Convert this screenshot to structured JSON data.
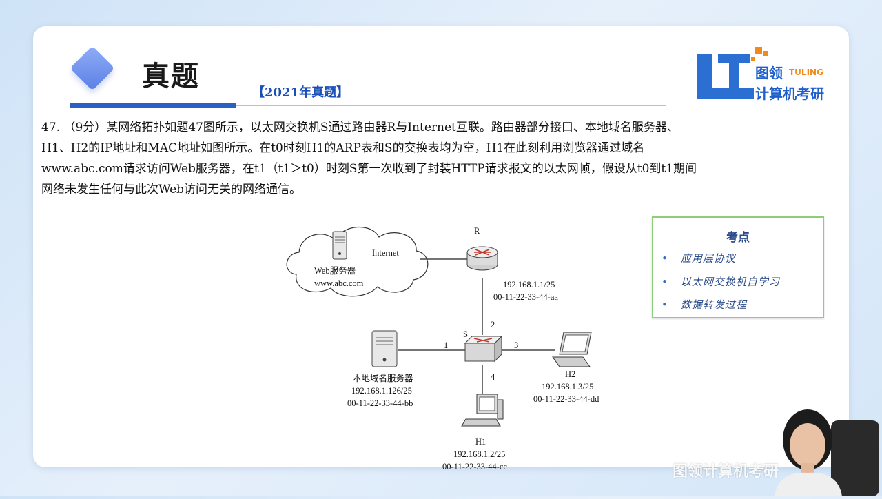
{
  "header": {
    "title": "真题",
    "subtitle": "【2021年真题】"
  },
  "logo": {
    "brand": "图领",
    "brand_en": "TULING",
    "tagline": "计算机考研"
  },
  "question": {
    "lines": [
      "47. （9分）某网络拓扑如题47图所示，以太网交换机S通过路由器R与Internet互联。路由器部分接口、本地域名服务器、",
      "H1、H2的IP地址和MAC地址如图所示。在t0时刻H1的ARP表和S的交换表均为空，H1在此刻利用浏览器通过域名",
      "www.abc.com请求访问Web服务器，在t1（t1＞t0）时刻S第一次收到了封装HTTP请求报文的以太网帧，假设从t0到t1期间",
      "网络未发生任何与此次Web访问无关的网络通信。"
    ]
  },
  "diagram": {
    "router_label": "R",
    "internet_label": "Internet",
    "web_server_name": "Web服务器",
    "web_server_domain": "www.abc.com",
    "router_ip": "192.168.1.1/25",
    "router_mac": "00-11-22-33-44-aa",
    "switch_label": "S",
    "port1": "1",
    "port2": "2",
    "port3": "3",
    "port4": "4",
    "dns_name": "本地域名服务器",
    "dns_ip": "192.168.1.126/25",
    "dns_mac": "00-11-22-33-44-bb",
    "h2_name": "H2",
    "h2_ip": "192.168.1.3/25",
    "h2_mac": "00-11-22-33-44-dd",
    "h1_name": "H1",
    "h1_ip": "192.168.1.2/25",
    "h1_mac": "00-11-22-33-44-cc"
  },
  "key_points": {
    "title": "考点",
    "items": [
      "应用层协议",
      "以太网交换机自学习",
      "数据转发过程"
    ]
  },
  "watermark": "图领计算机考研"
}
